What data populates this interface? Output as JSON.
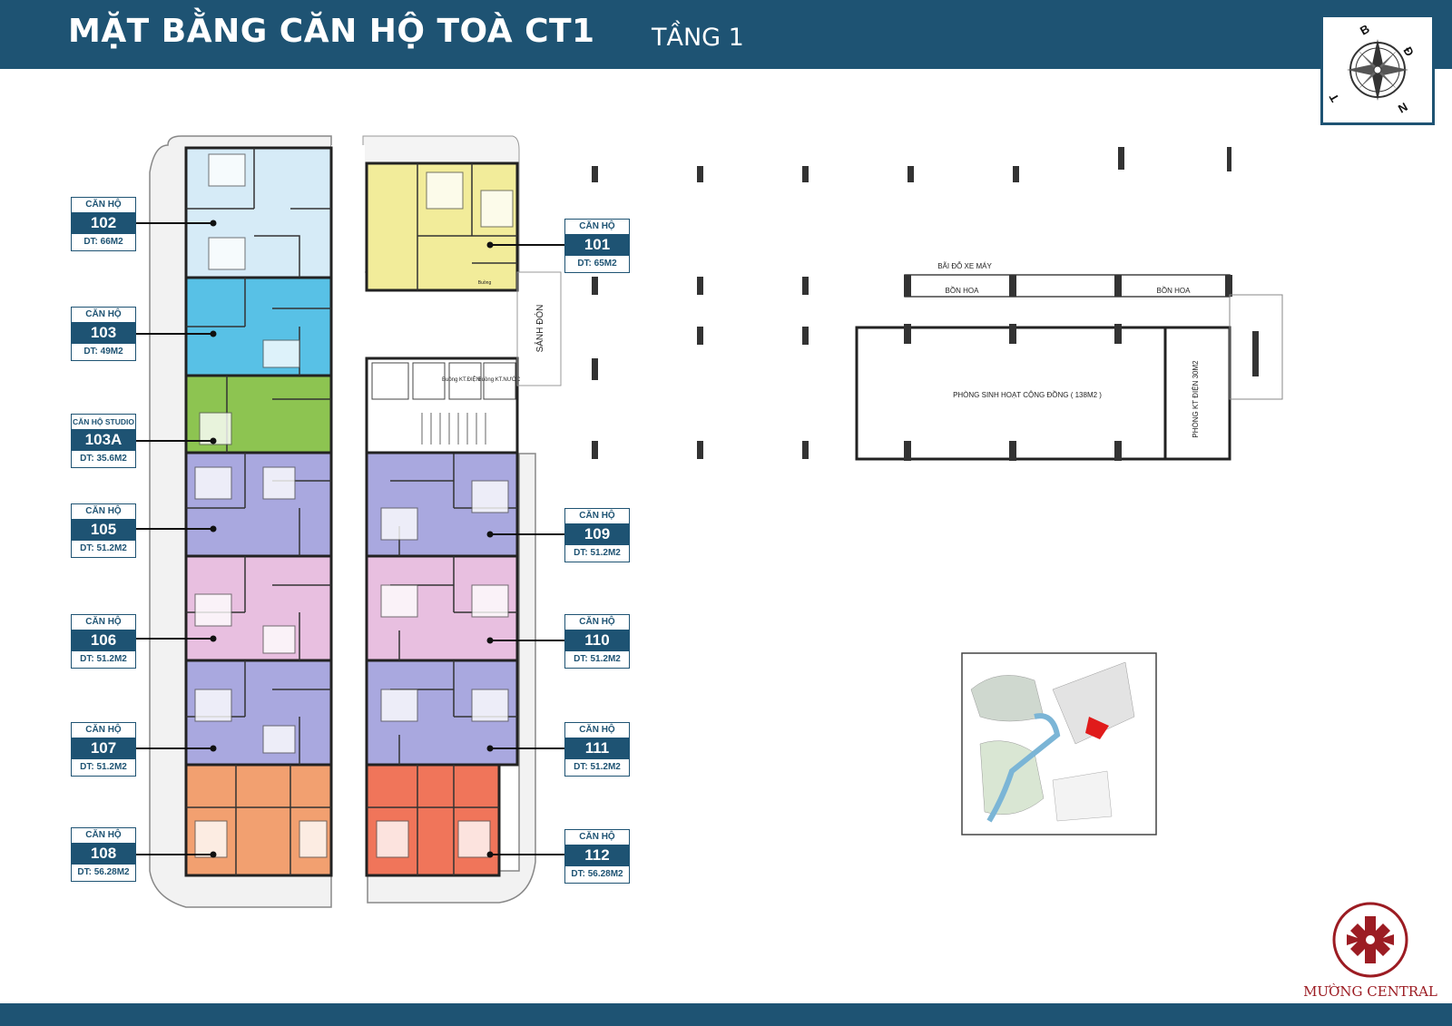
{
  "header": {
    "title": "MẶT BẰNG CĂN HỘ TOÀ CT1",
    "floor": "TẦNG 1"
  },
  "compass": {
    "letters": [
      "B",
      "Đ",
      "T",
      "N"
    ]
  },
  "colors": {
    "header": "#1e5373",
    "apt_101": "#f2ec9a",
    "apt_102": "#d6ebf7",
    "apt_103": "#58c1e6",
    "apt_103a": "#8dc451",
    "apt_purple": "#a9a8df",
    "apt_pink": "#e8bfe0",
    "apt_108": "#f2a070",
    "apt_112": "#f0755a",
    "brand": "#9c1c23"
  },
  "apartments": [
    {
      "type": "CĂN HỘ",
      "num": "101",
      "area": "DT: 65M2"
    },
    {
      "type": "CĂN HỘ",
      "num": "102",
      "area": "DT: 66M2"
    },
    {
      "type": "CĂN HỘ",
      "num": "103",
      "area": "DT: 49M2"
    },
    {
      "type": "CĂN HỘ STUDIO",
      "num": "103A",
      "area": "DT: 35.6M2"
    },
    {
      "type": "CĂN HỘ",
      "num": "105",
      "area": "DT: 51.2M2"
    },
    {
      "type": "CĂN HỘ",
      "num": "106",
      "area": "DT: 51.2M2"
    },
    {
      "type": "CĂN HỘ",
      "num": "107",
      "area": "DT: 51.2M2"
    },
    {
      "type": "CĂN HỘ",
      "num": "108",
      "area": "DT: 56.28M2"
    },
    {
      "type": "CĂN HỘ",
      "num": "109",
      "area": "DT: 51.2M2"
    },
    {
      "type": "CĂN HỘ",
      "num": "110",
      "area": "DT: 51.2M2"
    },
    {
      "type": "CĂN HỘ",
      "num": "111",
      "area": "DT: 51.2M2"
    },
    {
      "type": "CĂN HỘ",
      "num": "112",
      "area": "DT: 56.28M2"
    }
  ],
  "plan_labels": {
    "lobby": "SẢNH ĐÓN",
    "elec_shaft": "Buồng KT.ĐIỆN",
    "water_shaft": "Buồng KT.NƯỚC",
    "refuse_room": "Buồng",
    "parking": "BÃI ĐỖ XE MÁY",
    "flower_1": "BỒN HOA",
    "flower_2": "BỒN HOA",
    "community_room": "PHÒNG SINH HOẠT CỘNG ĐỒNG ( 138M2 )",
    "electric_room": "PHÒNG KT ĐIỆN 30M2"
  },
  "brand": {
    "name": "MƯỜNG CENTRAL"
  }
}
